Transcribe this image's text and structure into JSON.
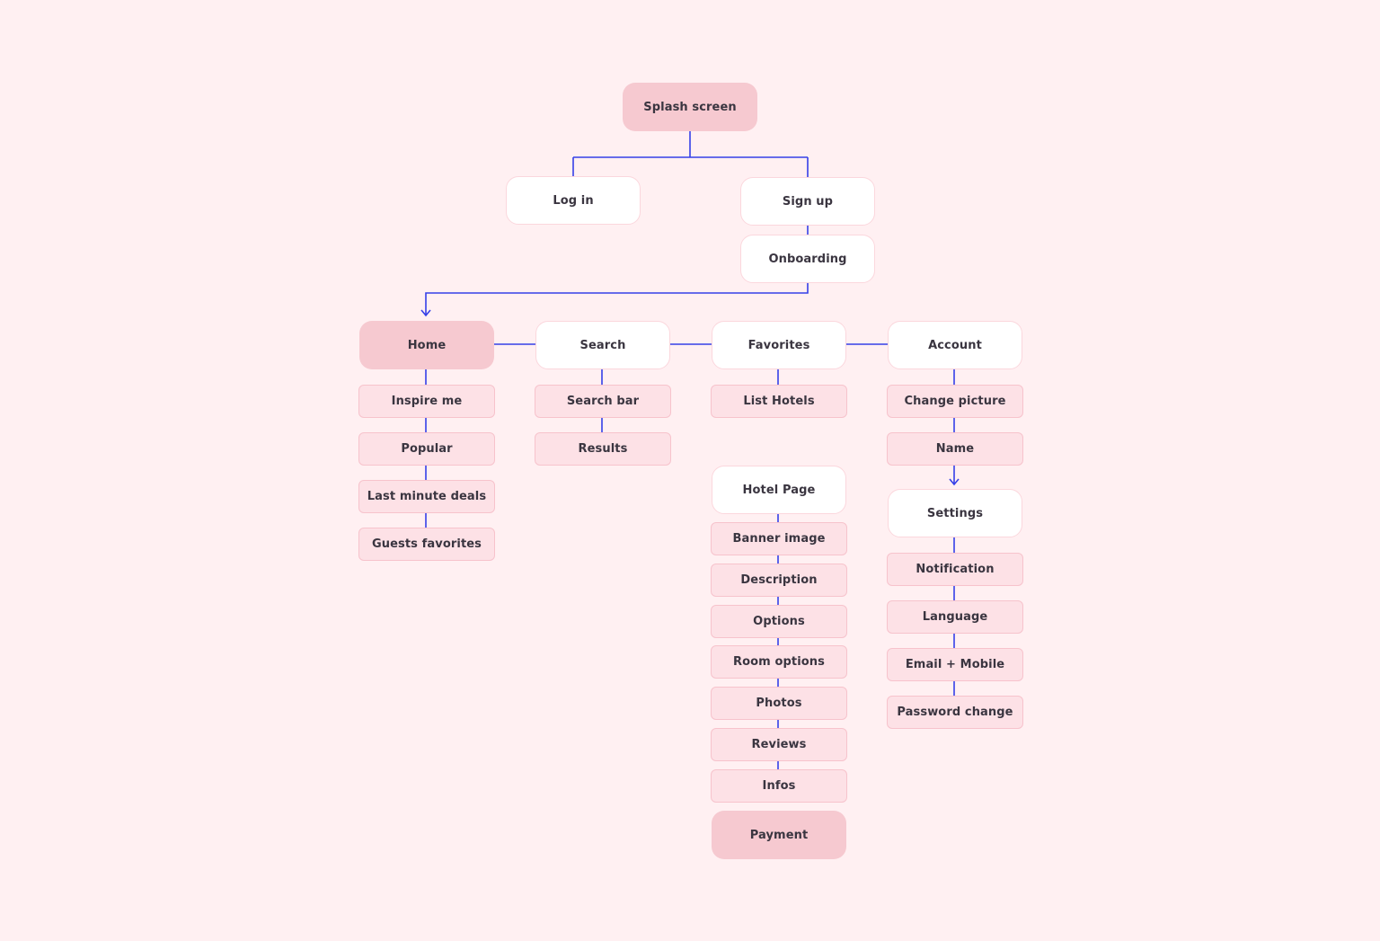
{
  "colors": {
    "background": "#fff0f2",
    "connector": "#3540e8",
    "primary_fill": "#f6c9d0",
    "screen_fill": "#ffffff",
    "sub_fill": "#fde1e6",
    "sub_border": "#f7c3cc",
    "text": "#3a3540"
  },
  "flow": {
    "splash": "Splash screen",
    "login": "Log in",
    "signup": "Sign up",
    "onboarding": "Onboarding"
  },
  "home": {
    "title": "Home",
    "items": [
      "Inspire me",
      "Popular",
      "Last minute deals",
      "Guests favorites"
    ]
  },
  "search": {
    "title": "Search",
    "items": [
      "Search bar",
      "Results"
    ]
  },
  "favorites": {
    "title": "Favorites",
    "items": [
      "List Hotels"
    ]
  },
  "hotel_page": {
    "title": "Hotel Page",
    "items": [
      "Banner image",
      "Description",
      "Options",
      "Room options",
      "Photos",
      "Reviews",
      "Infos"
    ],
    "payment": "Payment"
  },
  "account": {
    "title": "Account",
    "items": [
      "Change picture",
      "Name"
    ]
  },
  "settings": {
    "title": "Settings",
    "items": [
      "Notification",
      "Language",
      "Email + Mobile",
      "Password change"
    ]
  }
}
